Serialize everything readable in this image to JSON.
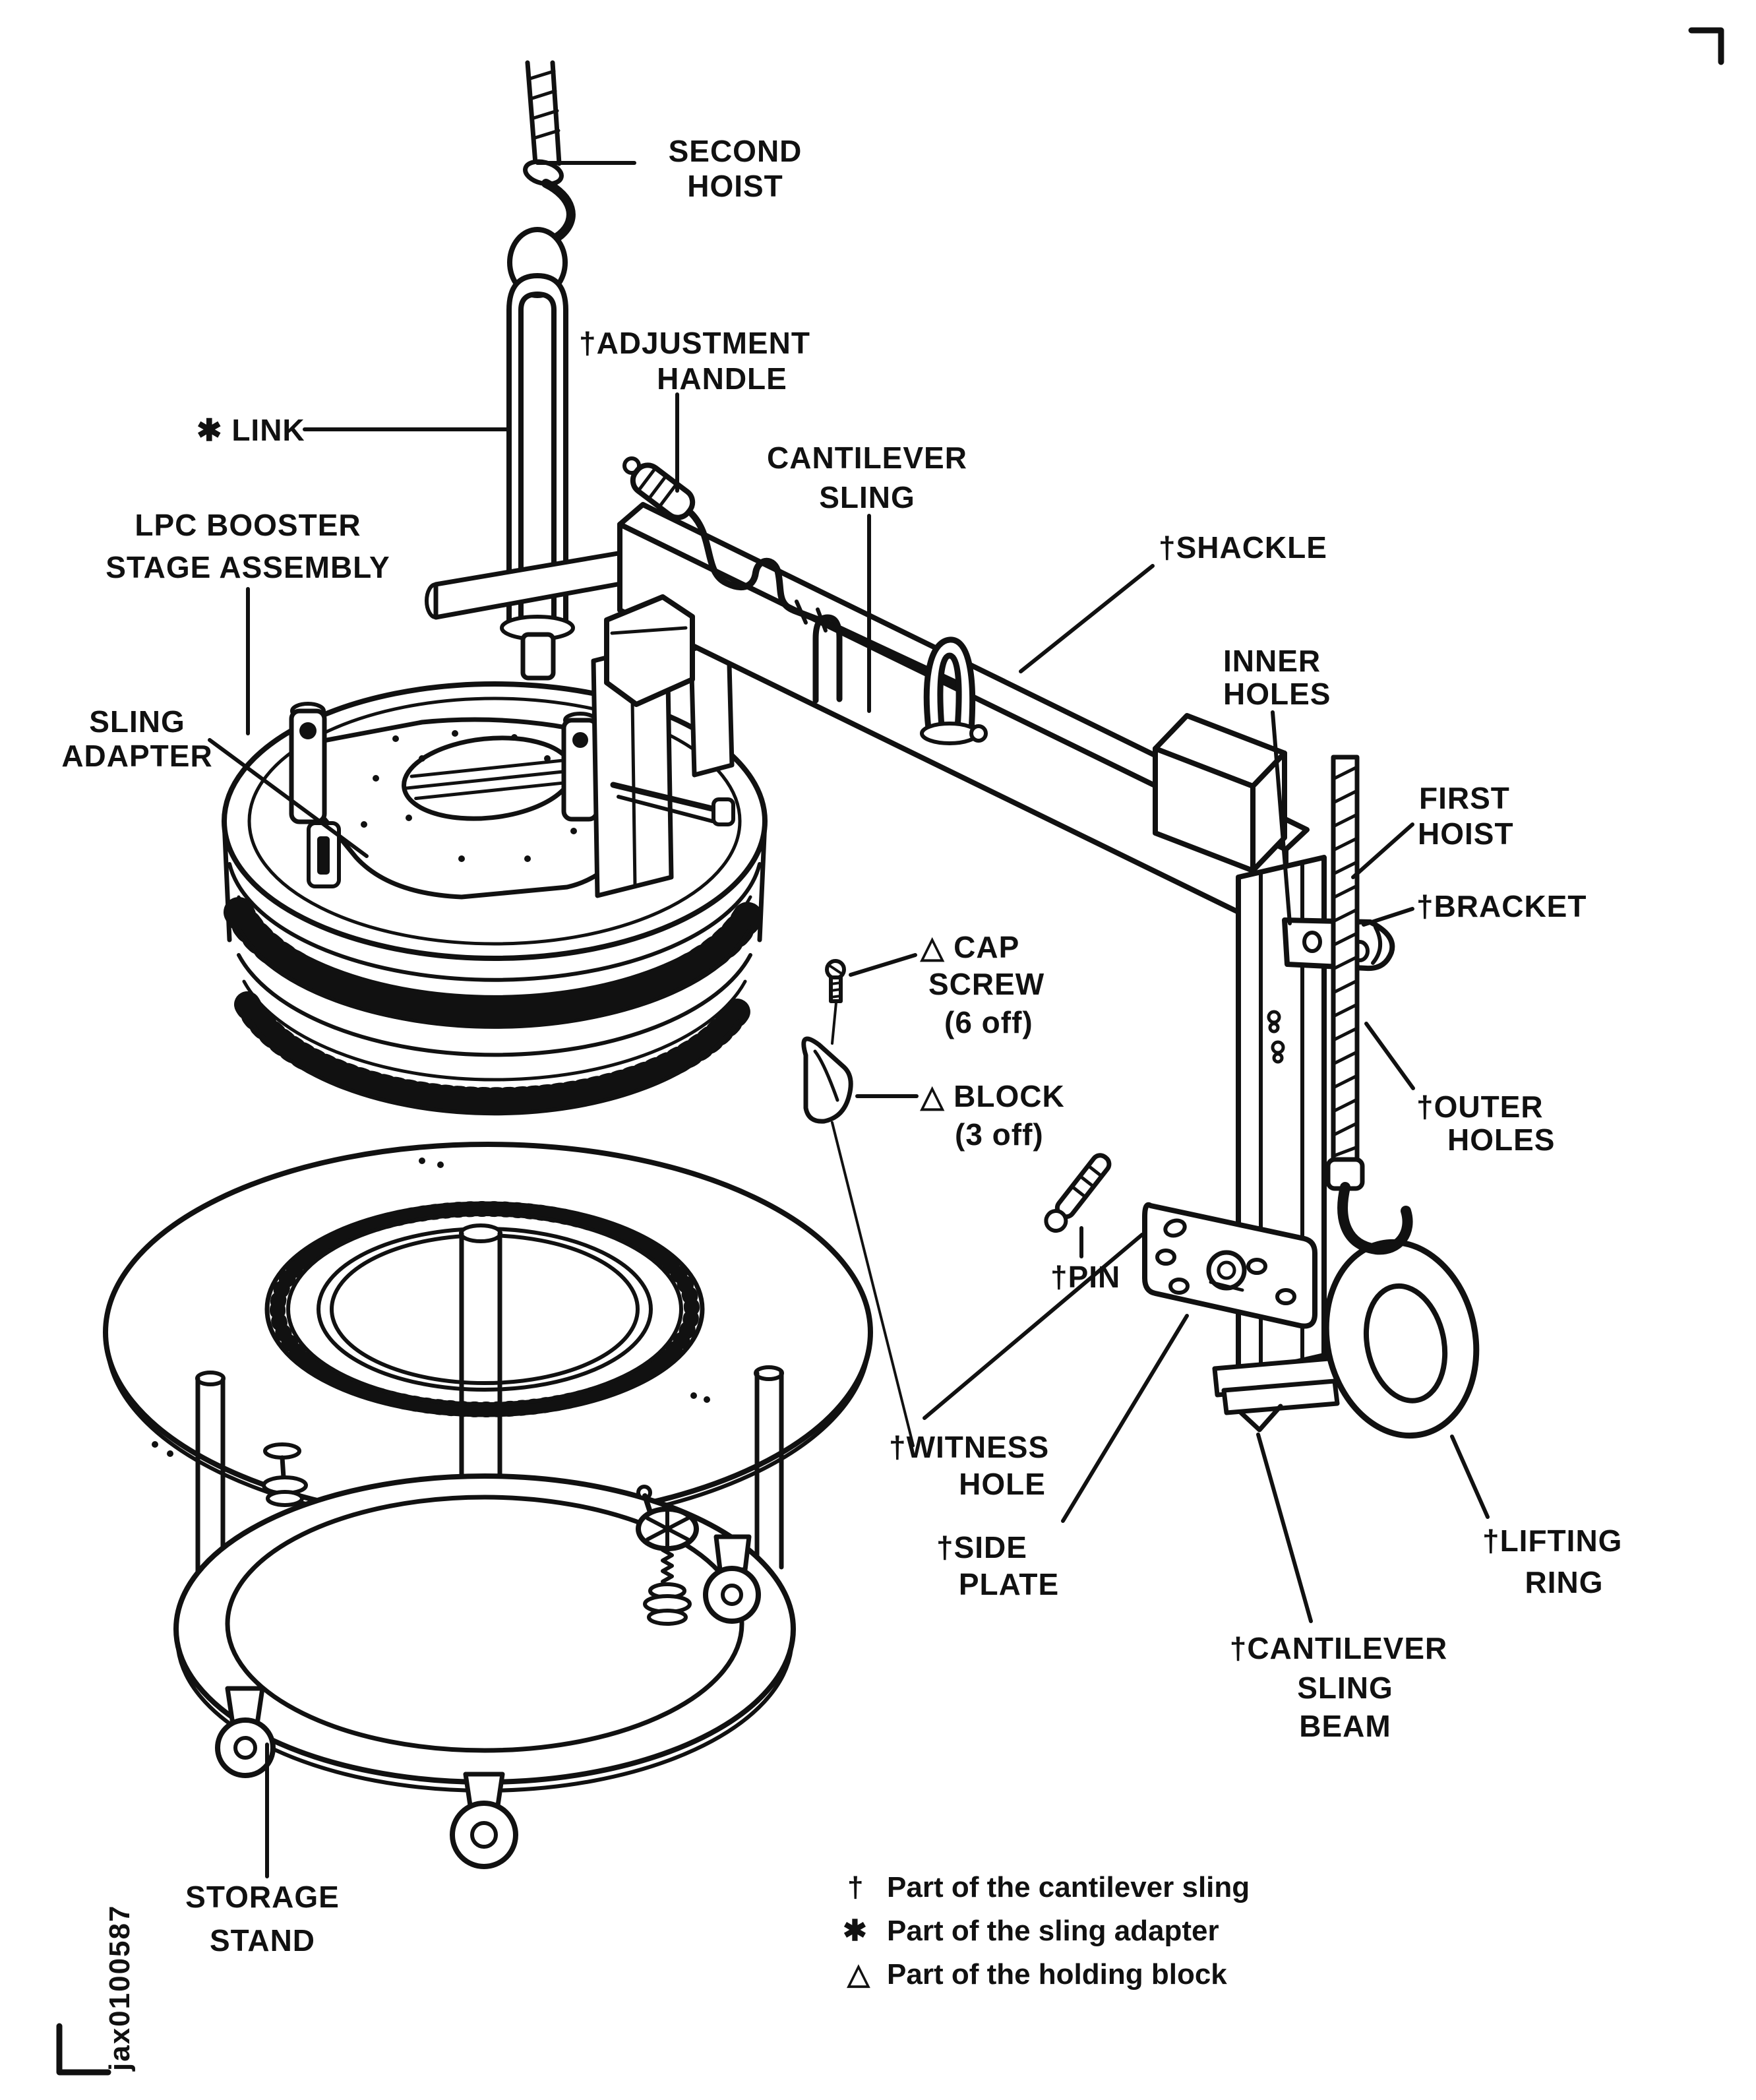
{
  "figure_id": "jax0100587",
  "colors": {
    "ink": "#111111",
    "paper": "#ffffff"
  },
  "labels": {
    "second_hoist": {
      "lines": [
        "SECOND",
        "HOIST"
      ]
    },
    "adjustment_handle": {
      "lines": [
        "†ADJUSTMENT",
        "HANDLE"
      ]
    },
    "link": {
      "lines": [
        "✱ LINK"
      ]
    },
    "lpc_booster": {
      "lines": [
        "LPC BOOSTER",
        "STAGE ASSEMBLY"
      ]
    },
    "sling_adapter": {
      "lines": [
        "SLING",
        "ADAPTER"
      ]
    },
    "cantilever_sling": {
      "lines": [
        "CANTILEVER",
        "SLING"
      ]
    },
    "shackle": {
      "lines": [
        "†SHACKLE"
      ]
    },
    "inner_holes": {
      "lines": [
        "INNER",
        "HOLES"
      ]
    },
    "first_hoist": {
      "lines": [
        "FIRST",
        "HOIST"
      ]
    },
    "bracket": {
      "lines": [
        "†BRACKET"
      ]
    },
    "outer_holes": {
      "lines": [
        "†OUTER",
        "HOLES"
      ]
    },
    "cap_screw": {
      "lines": [
        "△ CAP",
        "SCREW",
        "(6 off)"
      ]
    },
    "block": {
      "lines": [
        "△ BLOCK",
        "(3 off)"
      ]
    },
    "pin": {
      "lines": [
        "†PIN"
      ]
    },
    "witness_hole": {
      "lines": [
        "†WITNESS",
        "HOLE"
      ]
    },
    "side_plate": {
      "lines": [
        "†SIDE",
        "PLATE"
      ]
    },
    "cantilever_sling_beam": {
      "lines": [
        "†CANTILEVER",
        "SLING",
        "BEAM"
      ]
    },
    "lifting_ring": {
      "lines": [
        "†LIFTING",
        "RING"
      ]
    },
    "storage_stand": {
      "lines": [
        "STORAGE",
        "STAND"
      ]
    }
  },
  "legend": {
    "items": [
      {
        "symbol": "†",
        "text": "Part of the cantilever sling"
      },
      {
        "symbol": "✱",
        "text": "Part of the sling adapter"
      },
      {
        "symbol": "△",
        "text": "Part of the holding block"
      }
    ]
  }
}
